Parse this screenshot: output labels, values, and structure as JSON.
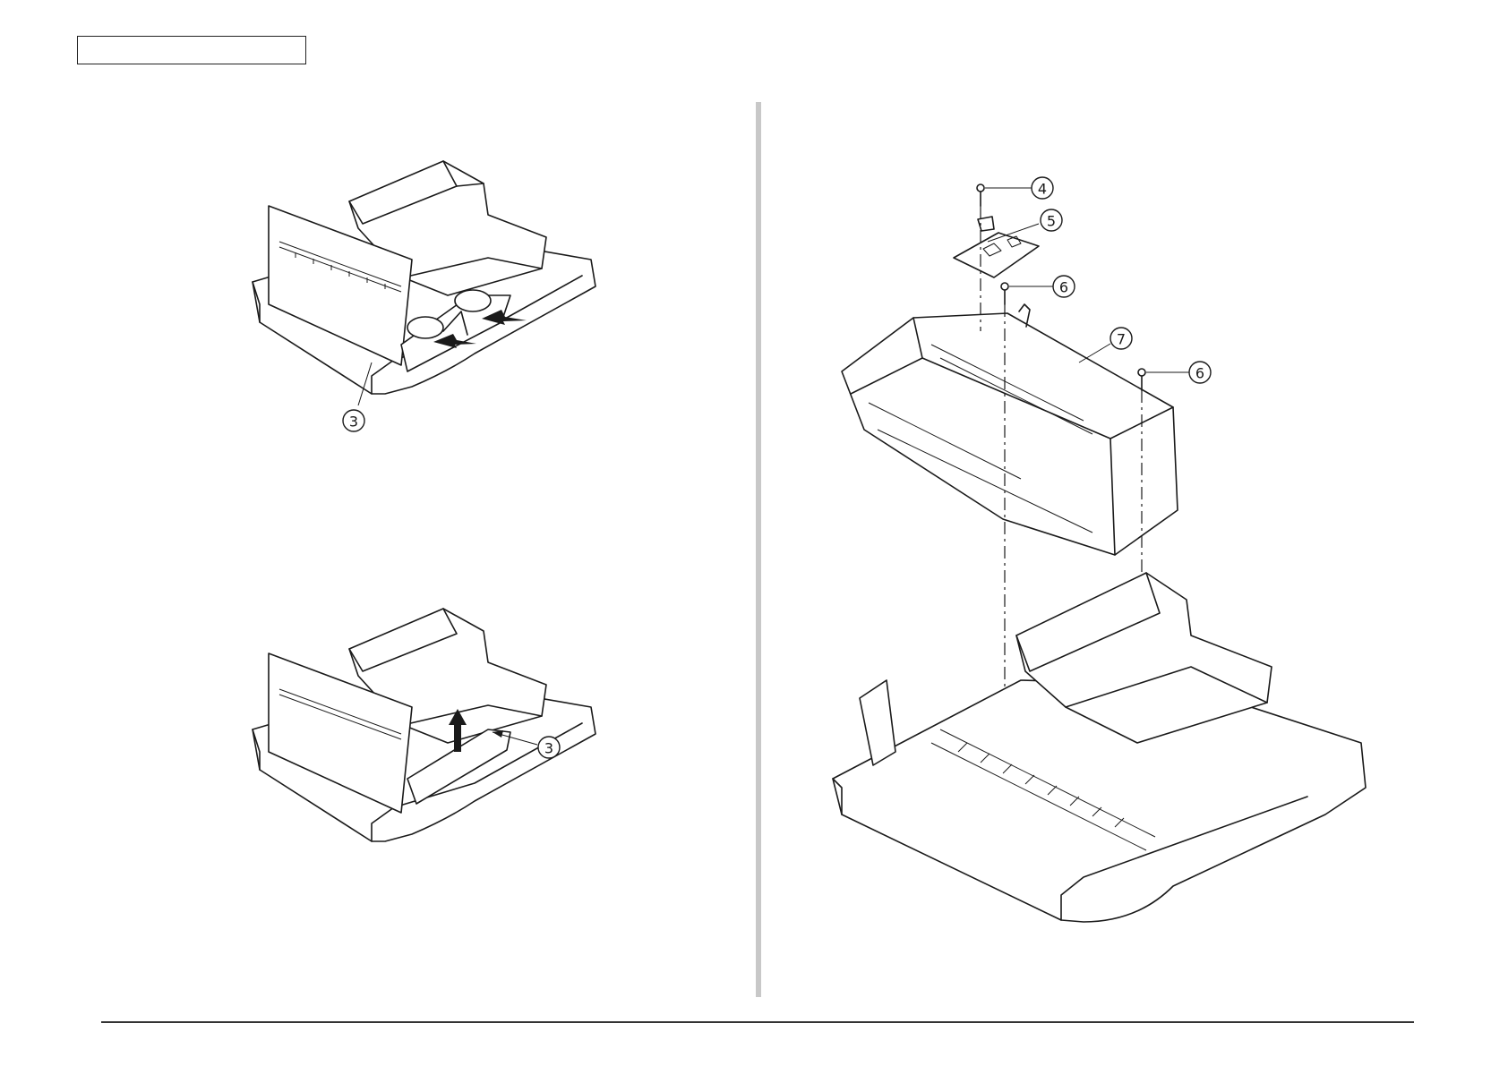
{
  "header": {
    "title": ""
  },
  "figure_top_left": {
    "callouts": [
      {
        "number": "3"
      }
    ]
  },
  "figure_bottom_left": {
    "callouts": [
      {
        "number": "3"
      }
    ]
  },
  "figure_right": {
    "callouts": [
      {
        "number": "4"
      },
      {
        "number": "5"
      },
      {
        "number": "6"
      },
      {
        "number": "7"
      },
      {
        "number": "6"
      }
    ]
  }
}
